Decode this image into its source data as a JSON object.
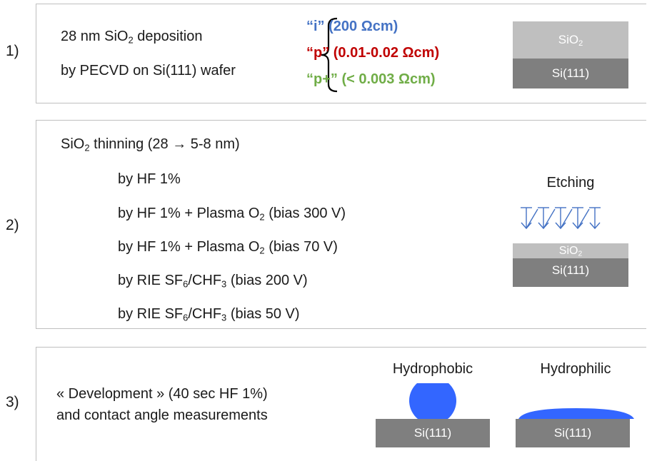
{
  "step1": {
    "number": "1)",
    "line1_pre": "28 nm SiO",
    "line1_sub": "2",
    "line1_post": " deposition",
    "line2": "by PECVD on Si(111) wafer",
    "resistivities": [
      {
        "text": "“i” (200 Ωcm)",
        "color": "#4472c4"
      },
      {
        "text": "“p” (0.01-0.02 Ωcm)",
        "color": "#c00000"
      },
      {
        "text": "“p+” (< 0.003 Ωcm)",
        "color": "#70ad47"
      }
    ],
    "diagram": {
      "oxide_main": "SiO",
      "oxide_sub": "2",
      "substrate": "Si(111)"
    }
  },
  "step2": {
    "number": "2)",
    "title_a": "SiO",
    "title_sub": "2",
    "title_b": " thinning (28 → 5-8 nm)",
    "methods": {
      "m1": "by HF 1%",
      "m2_a": "by HF 1% + Plasma O",
      "m2_sub": "2",
      "m2_b": " (bias 300 V)",
      "m3_a": "by HF 1% + Plasma O",
      "m3_sub": "2",
      "m3_b": " (bias 70 V)",
      "m4_a": "by RIE SF",
      "m4_sub1": "6",
      "m4_mid": "/CHF",
      "m4_sub2": "3",
      "m4_b": " (bias 200 V)",
      "m5_a": "by RIE SF",
      "m5_sub1": "6",
      "m5_mid": "/CHF",
      "m5_sub2": "3",
      "m5_b": " (bias 50 V)"
    },
    "diagram": {
      "label": "Etching",
      "oxide_main": "SiO",
      "oxide_sub": "2",
      "substrate": "Si(111)"
    },
    "arrow_color": "#4472c4"
  },
  "step3": {
    "number": "3)",
    "line1": "« Development » (40 sec HF 1%)",
    "line2": "and contact angle measurements",
    "hydrophobic": {
      "label": "Hydrophobic",
      "substrate": "Si(111)"
    },
    "hydrophilic": {
      "label": "Hydrophilic",
      "substrate": "Si(111)"
    },
    "droplet_color": "#3366ff"
  }
}
